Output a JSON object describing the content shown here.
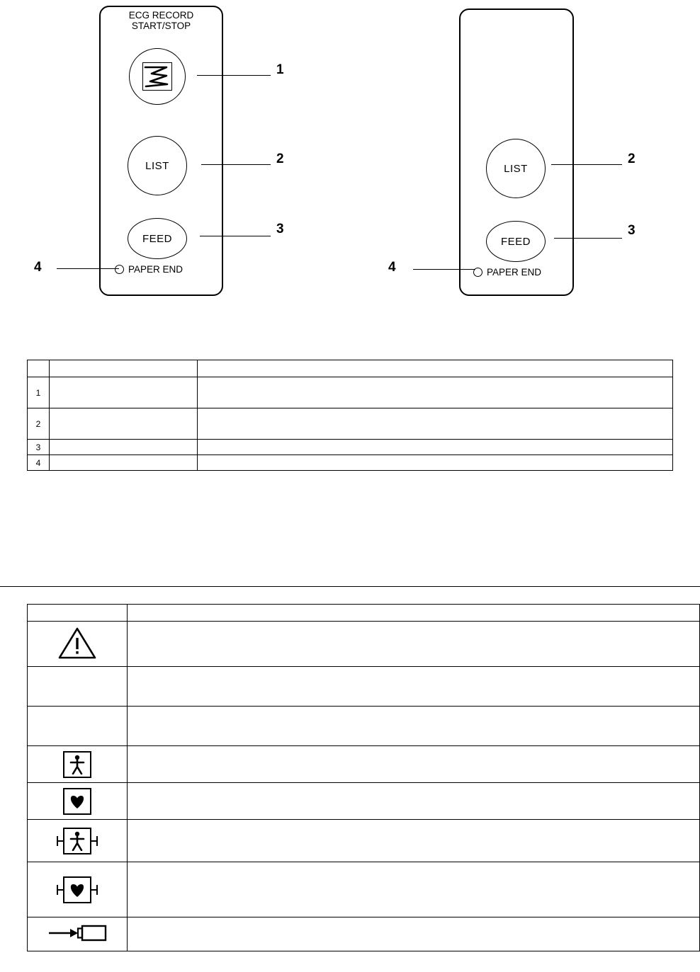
{
  "diagram": {
    "left_panel": {
      "title_line1": "ECG RECORD",
      "title_line2": "START/STOP",
      "ecg_button_icon": "ecg-waveform-icon",
      "list_label": "LIST",
      "feed_label": "FEED",
      "paper_end_label": "PAPER END",
      "callouts": [
        "1",
        "2",
        "3",
        "4"
      ]
    },
    "right_panel": {
      "list_label": "LIST",
      "feed_label": "FEED",
      "paper_end_label": "PAPER END",
      "callouts": [
        "2",
        "3",
        "4"
      ]
    }
  },
  "legend_table": {
    "rows": [
      {
        "num": "",
        "name": "",
        "desc": ""
      },
      {
        "num": "1",
        "name": "",
        "desc": ""
      },
      {
        "num": "2",
        "name": "",
        "desc": ""
      },
      {
        "num": "3",
        "name": "",
        "desc": ""
      },
      {
        "num": "4",
        "name": "",
        "desc": ""
      }
    ]
  },
  "symbol_table": {
    "rows": [
      {
        "symbol": "blank",
        "desc": ""
      },
      {
        "symbol": "warning-triangle-icon",
        "desc": ""
      },
      {
        "symbol": "blank",
        "desc": ""
      },
      {
        "symbol": "blank",
        "desc": ""
      },
      {
        "symbol": "type-bf-body-icon",
        "desc": ""
      },
      {
        "symbol": "type-cf-heart-icon",
        "desc": ""
      },
      {
        "symbol": "defib-proof-bf-icon",
        "desc": ""
      },
      {
        "symbol": "defib-proof-cf-icon",
        "desc": ""
      },
      {
        "symbol": "battery-icon",
        "desc": ""
      }
    ]
  },
  "colors": {
    "line": "#000000",
    "background": "#ffffff"
  }
}
